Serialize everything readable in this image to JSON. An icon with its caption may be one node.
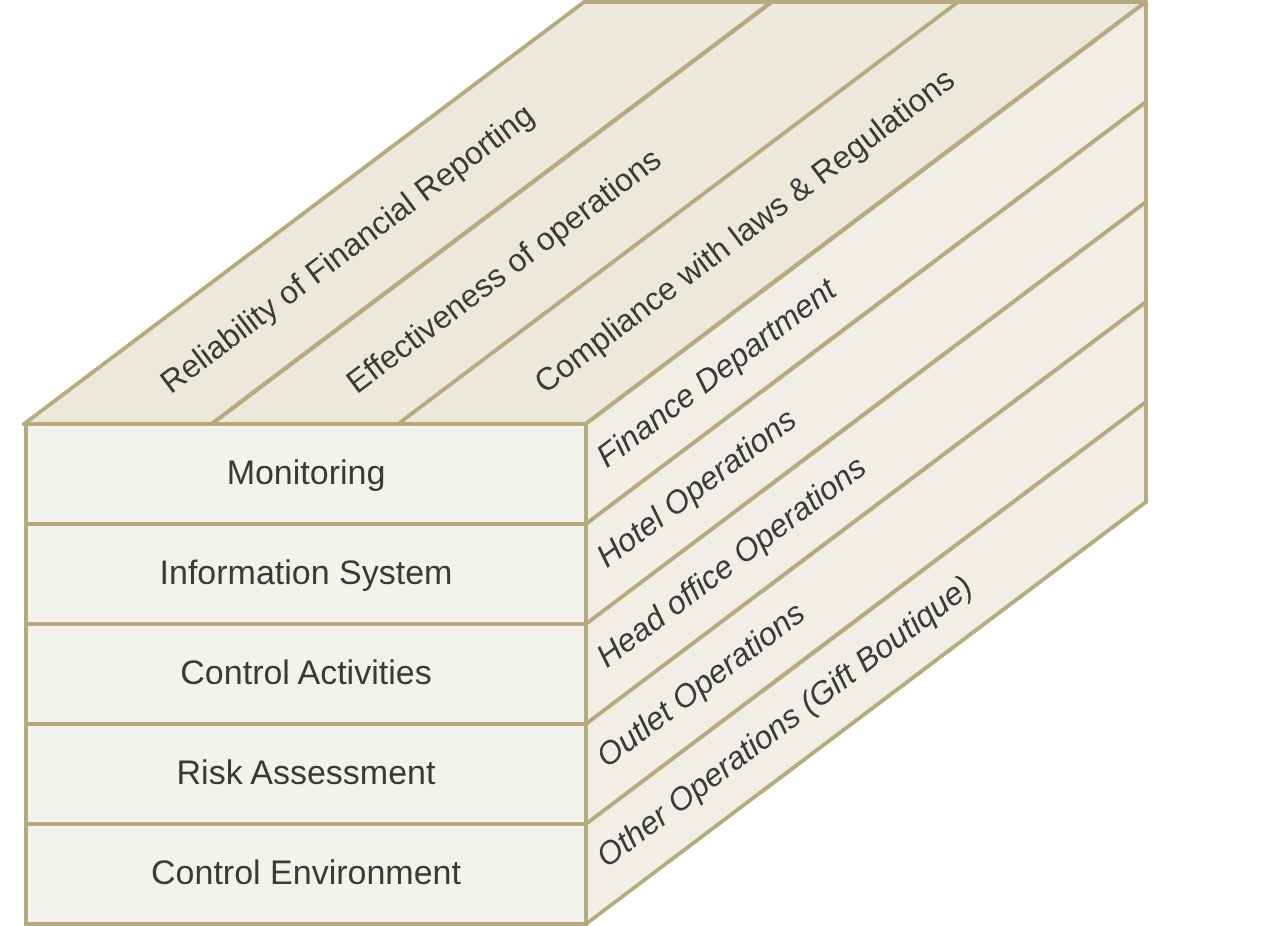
{
  "diagram": {
    "nodes": [
      {
        "text": [
          "Reliability of Financial Reporting"
        ]
      },
      {
        "text": [
          "Effectiveness of operations"
        ]
      },
      {
        "text": [
          "Compliance with laws & Regulations"
        ]
      },
      {
        "text": [
          "Monitoring"
        ]
      },
      {
        "text": [
          "Information System"
        ]
      },
      {
        "text": [
          "Control Activities"
        ]
      },
      {
        "text": [
          "Risk Assessment"
        ]
      },
      {
        "text": [
          "Control Environment"
        ]
      },
      {
        "text": [
          "Finance Department"
        ]
      },
      {
        "text": [
          "Hotel Operations"
        ]
      },
      {
        "text": [
          "Head office Operations"
        ]
      },
      {
        "text": [
          "Outlet Operations"
        ]
      },
      {
        "text": [
          "Other Operations (Gift Boutique)"
        ]
      }
    ]
  }
}
